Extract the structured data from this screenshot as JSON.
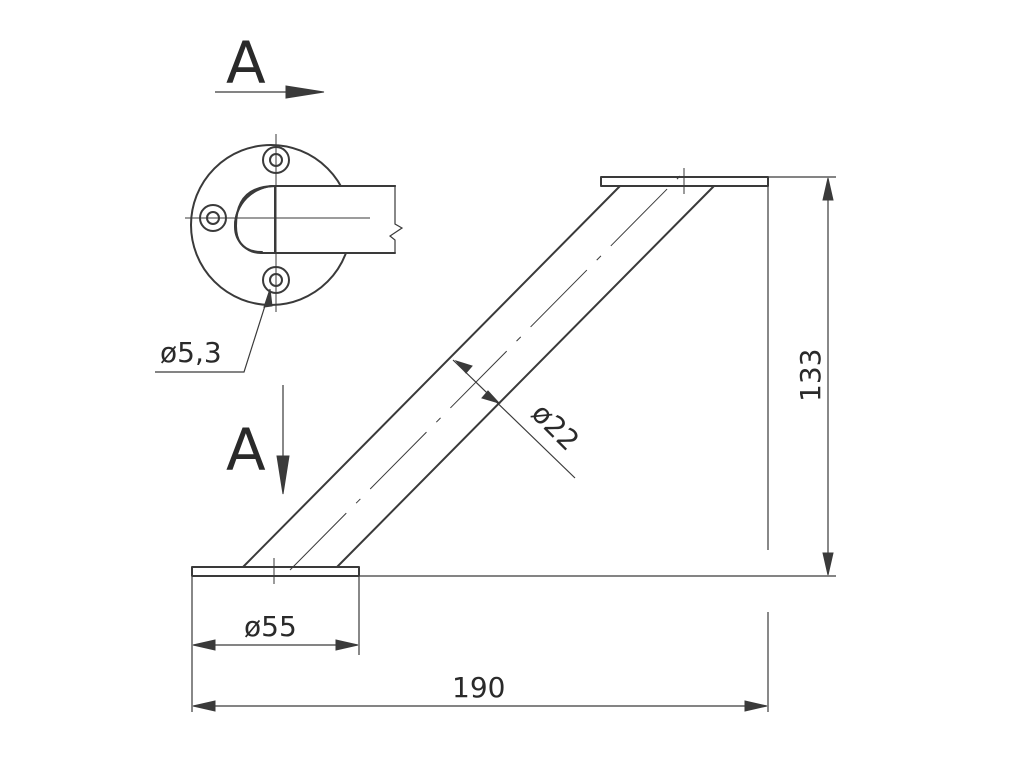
{
  "view": {
    "letter_top": "A",
    "letter_side": "A"
  },
  "dimensions": {
    "hole_diameter": "ø5,3",
    "tube_diameter": "ø22",
    "base_diameter": "ø55",
    "total_length": "190",
    "total_height": "133"
  },
  "colors": {
    "line": "#3a3a3a",
    "text": "#2a2a2a",
    "background": "#ffffff"
  }
}
